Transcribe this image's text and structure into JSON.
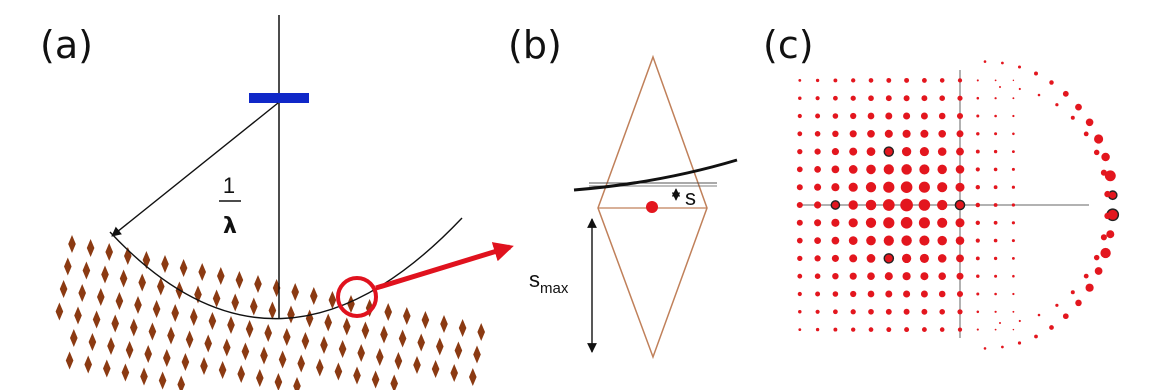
{
  "panels": {
    "a": {
      "label": "(a)",
      "radius_numerator": "1",
      "radius_denominator": "λ"
    },
    "b": {
      "label": "(b)",
      "excitation_error_label": "s",
      "smax_base": "s",
      "smax_sub": "max"
    },
    "c": {
      "label": "(c)"
    }
  },
  "colors": {
    "ink": "#111111",
    "crystal_spot": "#8b3a12",
    "highlight_red": "#e0121e",
    "diffraction_spot": "#e3161e",
    "aperture_blue": "#1028c8",
    "relrod_outline": "#c0805a",
    "axis_gray": "#999999"
  },
  "icons": {
    "sample": "blue-rectangle",
    "zoom_circle": "red-circle",
    "zoom_arrow": "red-arrow"
  }
}
